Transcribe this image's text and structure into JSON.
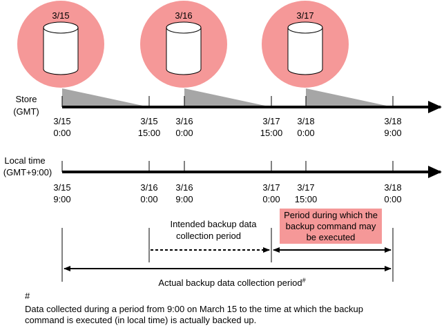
{
  "store": {
    "dates": [
      "3/15",
      "3/16",
      "3/17"
    ],
    "label_line1": "Store",
    "label_line2": "(GMT)",
    "ticks": [
      {
        "date": "3/15",
        "time": "0:00"
      },
      {
        "date": "3/15",
        "time": "15:00"
      },
      {
        "date": "3/16",
        "time": "0:00"
      },
      {
        "date": "3/17",
        "time": "15:00"
      },
      {
        "date": "3/18",
        "time": "0:00"
      },
      {
        "date": "3/18",
        "time": "9:00"
      }
    ]
  },
  "local": {
    "label_line1": "Local time",
    "label_line2": "(GMT+9:00)",
    "ticks": [
      {
        "date": "3/15",
        "time": "9:00"
      },
      {
        "date": "3/16",
        "time": "0:00"
      },
      {
        "date": "3/16",
        "time": "9:00"
      },
      {
        "date": "3/17",
        "time": "0:00"
      },
      {
        "date": "3/17",
        "time": "15:00"
      },
      {
        "date": "3/18",
        "time": "0:00"
      }
    ]
  },
  "periods": {
    "intended_line1": "Intended backup data",
    "intended_line2": "collection period",
    "exec_line1": "Period during which the",
    "exec_line2": "backup command may",
    "exec_line3": "be executed",
    "actual": "Actual backup data collection period",
    "actual_mark": "#"
  },
  "footnote": {
    "mark": "#",
    "line1": "Data collected during a period from 9:00 on March 15 to the time at which the backup",
    "line2": "command is executed (in local time) is actually backed up."
  },
  "colors": {
    "circle": "#f59898",
    "highlight": "#f59898",
    "shade": "#a6a6a6"
  }
}
